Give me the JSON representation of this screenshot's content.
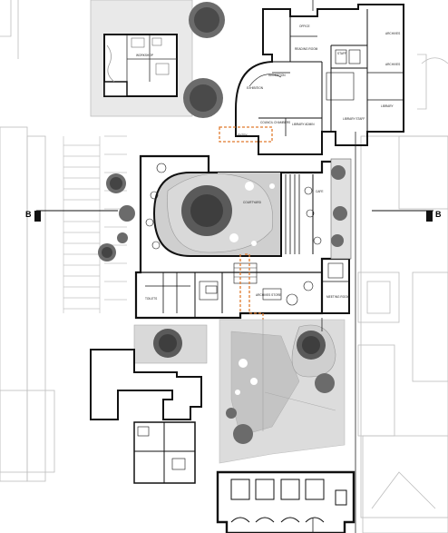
{
  "section_markers": {
    "left": "B",
    "right": "B"
  },
  "rooms": {
    "archives": "ARCHIVES",
    "archives_2": "ARCHIVES",
    "reception": "RECEPTION",
    "exhibition": "EXHIBITION",
    "council_chambers": "COUNCIL CHAMBERS",
    "library_admin": "LIBRARY ADMIN",
    "library_staff": "LIBRARY STAFF",
    "entry": "ENTRY",
    "courtyard": "COURTYARD",
    "cafe": "CAFE",
    "meeting_room": "MEETING ROOM",
    "library": "LIBRARY",
    "office": "OFFICE",
    "workshop": "WORKSHOP",
    "reading_room": "READING ROOM",
    "staff": "STAFF",
    "archives_store": "ARCHIVES STORE",
    "toilets": "TOILETS"
  },
  "colors": {
    "wall": "#111111",
    "outline": "#444444",
    "lot": "#bfbfbf",
    "paving": "#dcdcdc",
    "courtyard_fill": "#cfcfcf",
    "tree": "#555555",
    "circulation": "#e07b2e"
  }
}
